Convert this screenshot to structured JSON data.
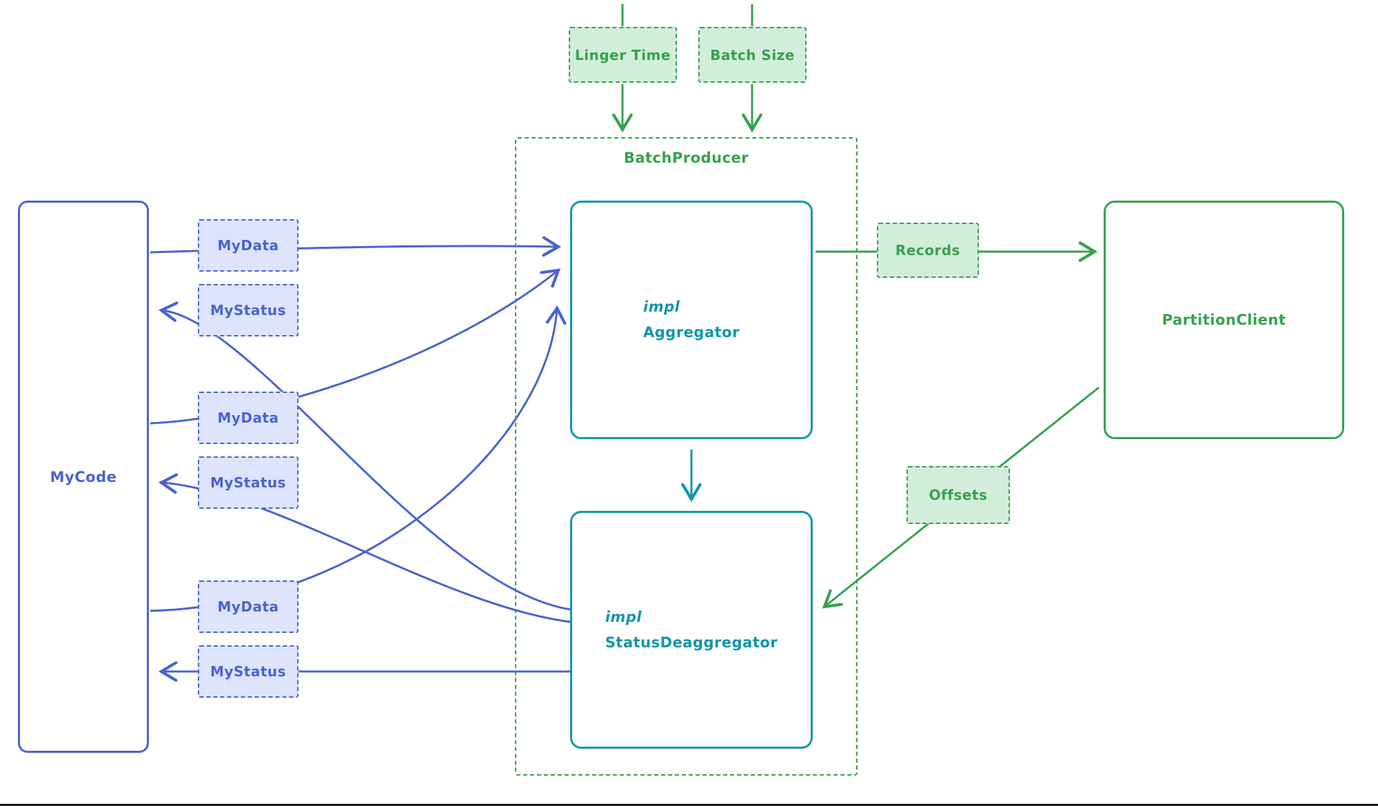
{
  "colors": {
    "blue": "#4a63d2",
    "blue_fill": "#dde4fb",
    "green": "#36a14f",
    "green_fill": "#d2edd9",
    "teal": "#1196aa",
    "bottom_rule": "#15151f"
  },
  "nodes": {
    "mycode": {
      "label": "MyCode"
    },
    "batch_producer": {
      "label": "BatchProducer"
    },
    "aggregator": {
      "line1": "impl",
      "line2": "Aggregator"
    },
    "status_deaggregator": {
      "line1": "impl",
      "line2": "StatusDeaggregator"
    },
    "partition_client": {
      "label": "PartitionClient"
    },
    "params": {
      "linger_time": "Linger Time",
      "batch_size": "Batch Size"
    },
    "edge_labels": {
      "records": "Records",
      "offsets": "Offsets"
    },
    "io_boxes": [
      {
        "label": "MyData"
      },
      {
        "label": "MyStatus"
      },
      {
        "label": "MyData"
      },
      {
        "label": "MyStatus"
      },
      {
        "label": "MyData"
      },
      {
        "label": "MyStatus"
      }
    ]
  }
}
